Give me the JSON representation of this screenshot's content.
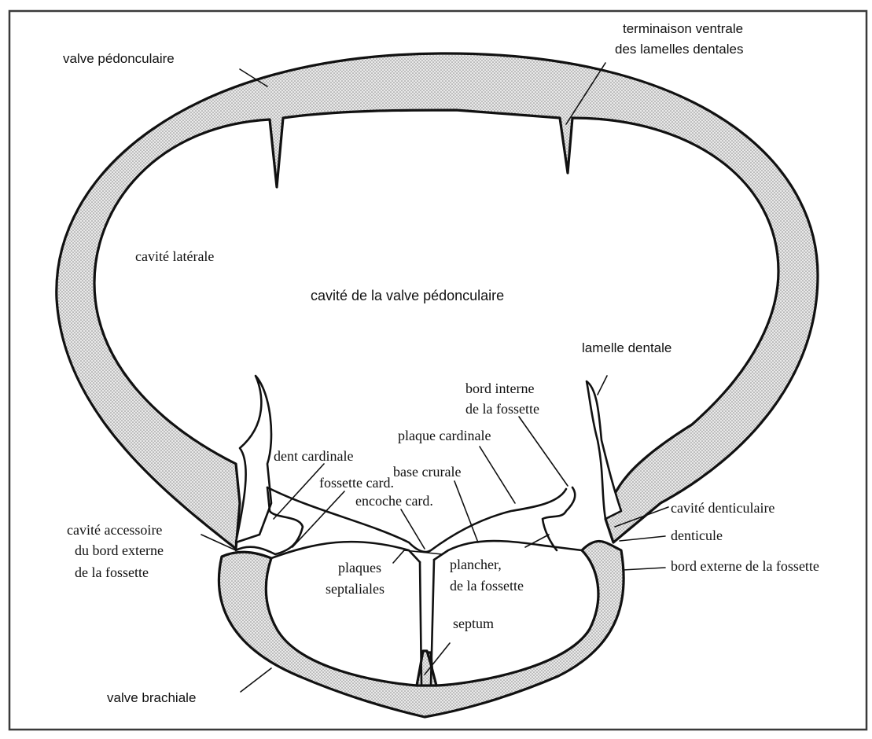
{
  "labels": {
    "valve_pedonculaire": "valve pédonculaire",
    "terminaison_line1": "terminaison ventrale",
    "terminaison_line2": "des lamelles dentales",
    "cavite_laterale": "cavité latérale",
    "cavite_valve": "cavité de la valve pédonculaire",
    "lamelle_dentale": "lamelle dentale",
    "bord_interne_line1": "bord interne",
    "bord_interne_line2": "de la fossette",
    "plaque_cardinale": "plaque cardinale",
    "dent_cardinale": "dent cardinale",
    "base_crurale": "base crurale",
    "fossette_card": "fossette card.",
    "encoche_card": "encoche card.",
    "cavite_denticulaire": "cavité denticulaire",
    "cavite_accessoire_line1": "cavité accessoire",
    "cavite_accessoire_line2": "du bord externe",
    "cavite_accessoire_line3": "de la fossette",
    "denticule": "denticule",
    "plaques_line1": "plaques",
    "plaques_line2": "septaliales",
    "plancher_line1": "plancher,",
    "plancher_line2": "de la fossette",
    "bord_externe": "bord externe de la fossette",
    "septum": "septum",
    "valve_brachiale": "valve brachiale"
  }
}
